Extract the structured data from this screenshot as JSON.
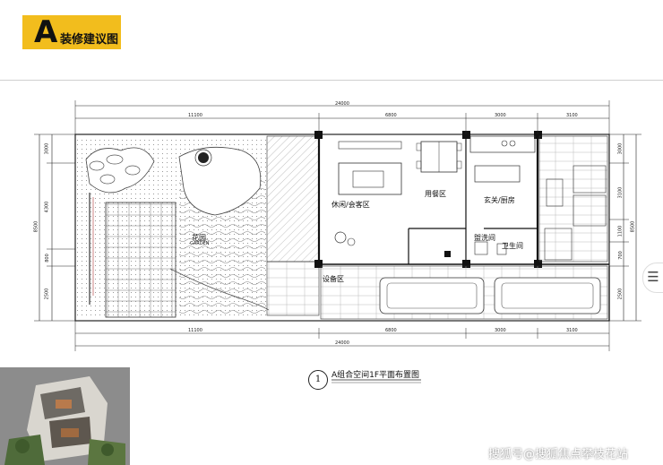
{
  "header": {
    "letter": "A",
    "title": "装修建议图",
    "badge_color": "#f2bd1d"
  },
  "plan": {
    "caption_number": "1",
    "caption": "A组合空间1F平面布置图",
    "rooms": {
      "garden": "花园",
      "garden_en": "GARDEN",
      "lounge": "休闲/会客区",
      "dining": "用餐区",
      "entry_kitchen": "玄关/厨房",
      "laundry": "盥洗间",
      "bathroom": "卫生间",
      "equipment": "设备区"
    },
    "dims_top_total": "24000",
    "dims_top": [
      "11100",
      "6800",
      "3000",
      "3100"
    ],
    "dims_bottom": [
      "11100",
      "6800",
      "3000",
      "3100"
    ],
    "dims_bottom_total": "24000",
    "dims_left": [
      "3000",
      "4300",
      "800",
      "2500"
    ],
    "dims_left_total": "8500",
    "dims_right": [
      "3000",
      "3100",
      "1100",
      "700",
      "2500"
    ],
    "dims_right_total": "8500"
  },
  "side_button": {
    "icon": "menu-icon",
    "glyph": "☰"
  },
  "watermark": "搜狐号@搜狐焦点攀枝花站"
}
